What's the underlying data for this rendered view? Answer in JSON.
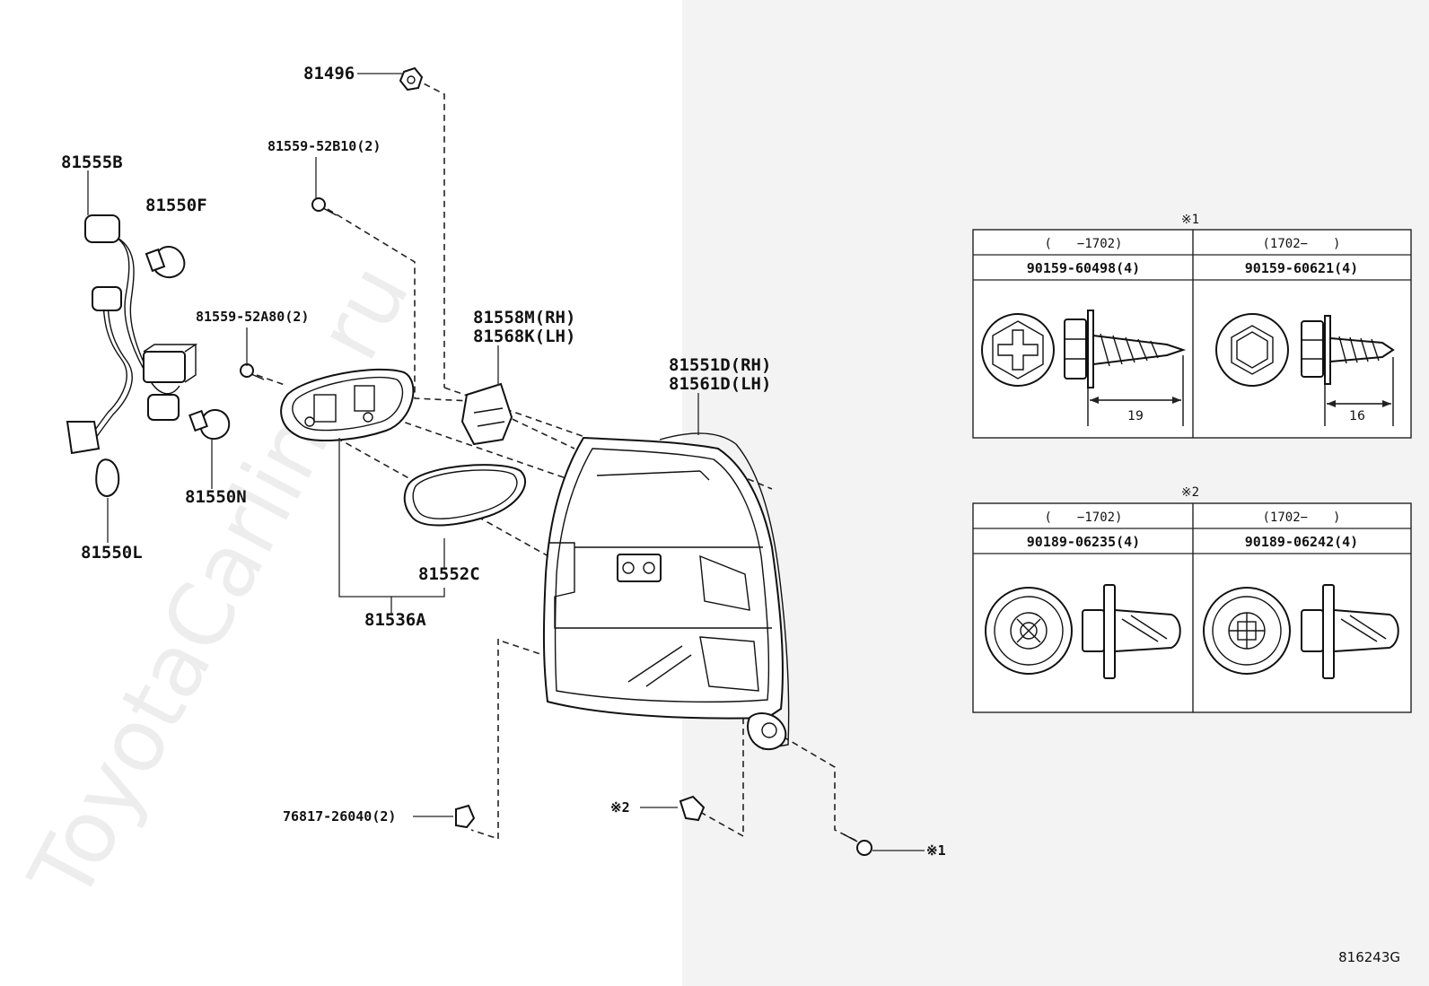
{
  "watermark": "ToyotaCarline.ru",
  "drawing_code": "816243G",
  "parts": {
    "p81496": "81496",
    "p81559_52b10": "81559-52B10(2)",
    "p81555b": "81555B",
    "p81550f": "81550F",
    "p81559_52a80": "81559-52A80(2)",
    "p81558m": "81558M(RH)",
    "p81568k": "81568K(LH)",
    "p81551d": "81551D(RH)",
    "p81561d": "81561D(LH)",
    "p81550n": "81550N",
    "p81550l": "81550L",
    "p81552c": "81552C",
    "p81536a": "81536A",
    "p76817": "76817-26040(2)",
    "ref2": "※2",
    "ref1": "※1"
  },
  "tables": [
    {
      "mark": "※1",
      "cols": [
        {
          "range": "(　　−1702)",
          "part": "90159-60498(4)",
          "dim": "19"
        },
        {
          "range": "(1702−　　)",
          "part": "90159-60621(4)",
          "dim": "16"
        }
      ]
    },
    {
      "mark": "※2",
      "cols": [
        {
          "range": "(　　−1702)",
          "part": "90189-06235(4)"
        },
        {
          "range": "(1702−　　)",
          "part": "90189-06242(4)"
        }
      ]
    }
  ]
}
